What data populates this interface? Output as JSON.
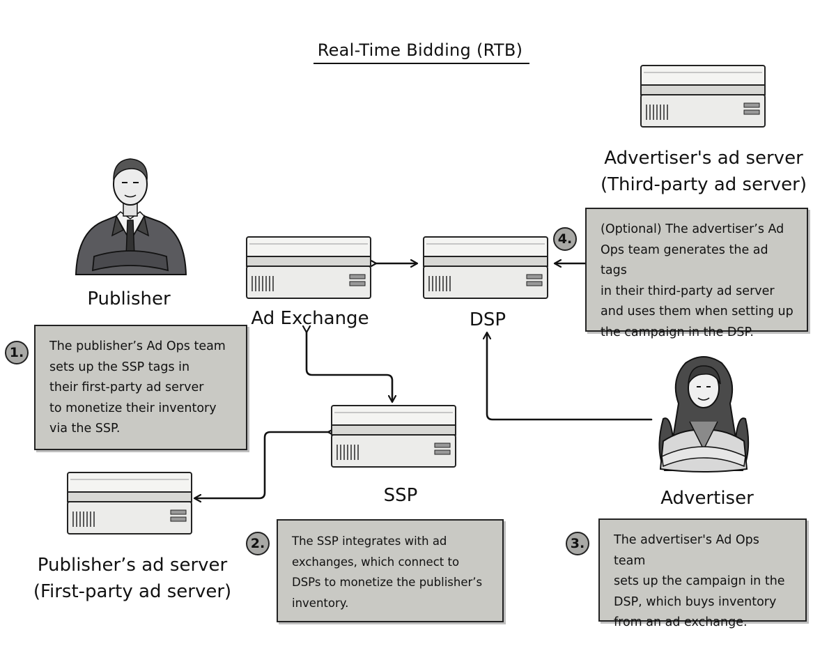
{
  "title": "Real-Time Bidding (RTB)",
  "icons": {
    "server": "server-icon",
    "publisher": "businessman-icon",
    "advertiser": "businesswoman-icon",
    "arrow": "arrow-icon"
  },
  "nodes": {
    "publisher": {
      "label": "Publisher"
    },
    "ad_exchange": {
      "label": "Ad Exchange"
    },
    "dsp": {
      "label": "DSP"
    },
    "ssp": {
      "label": "SSP"
    },
    "advertiser": {
      "label": "Advertiser"
    },
    "publisher_ad_server": {
      "label_line1": "Publisher’s ad server",
      "label_line2": "(First-party ad server)"
    },
    "advertiser_ad_server": {
      "label_line1": "Advertiser's ad server",
      "label_line2": "(Third-party ad server)"
    }
  },
  "steps": [
    {
      "number": "1.",
      "lines": [
        "The publisher’s Ad Ops team",
        "sets up the SSP tags in",
        "their first-party ad server",
        "to monetize their inventory",
        "via the SSP."
      ]
    },
    {
      "number": "2.",
      "lines": [
        "The SSP integrates with ad",
        "exchanges, which connect to",
        "DSPs to monetize the publisher’s",
        "inventory."
      ]
    },
    {
      "number": "3.",
      "lines": [
        "The advertiser's Ad Ops team",
        "sets up  the campaign in the",
        "DSP, which buys inventory",
        "from an ad exchange."
      ]
    },
    {
      "number": "4.",
      "lines": [
        "(Optional) The advertiser’s Ad",
        "Ops team generates the ad tags",
        "in their third-party ad server",
        "and uses them when setting up",
        "the campaign in the DSP."
      ]
    }
  ],
  "colors": {
    "box_fill": "#c9c9c4",
    "badge_fill": "#a9a9a6",
    "ink": "#111111"
  }
}
